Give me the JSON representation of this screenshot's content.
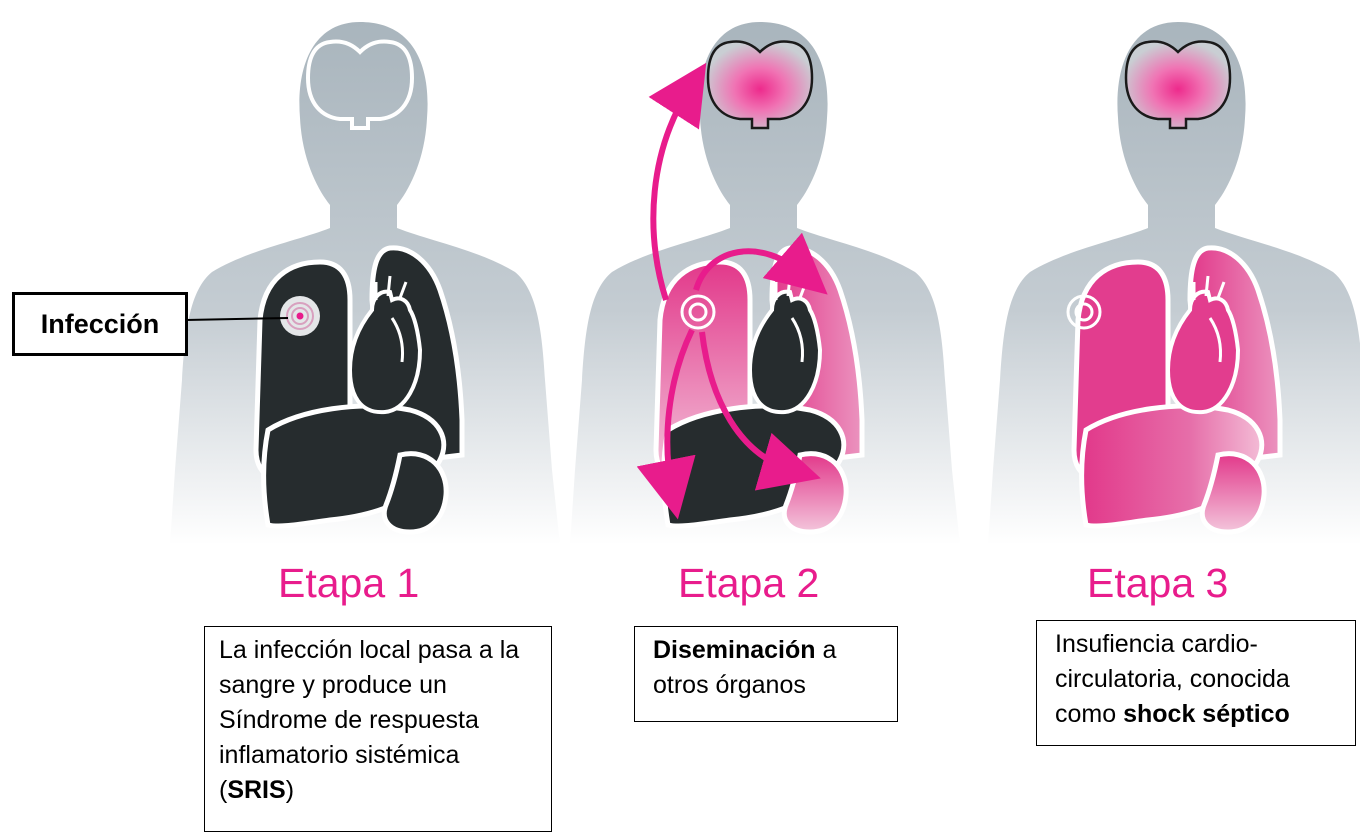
{
  "callout": {
    "label": "Infección"
  },
  "stages": [
    {
      "title": "Etapa 1",
      "desc_pre": "La infección local pasa a la sangre y produce un Síndrome de respuesta inflamatorio sistémica (",
      "desc_bold": "SRIS",
      "desc_post": ")"
    },
    {
      "title": "Etapa 2",
      "desc_pre": "",
      "desc_bold": "Diseminación",
      "desc_post": " a otros órganos"
    },
    {
      "title": "Etapa 3",
      "desc_pre": "Insufiencia cardio-circulatoria, conocida como ",
      "desc_bold": "shock séptico",
      "desc_post": ""
    }
  ],
  "colors": {
    "accent": "#e81c8c",
    "body": "#b4bfc6",
    "organ_dark": "#262c2e",
    "organ_pink": "#e23d8e"
  }
}
